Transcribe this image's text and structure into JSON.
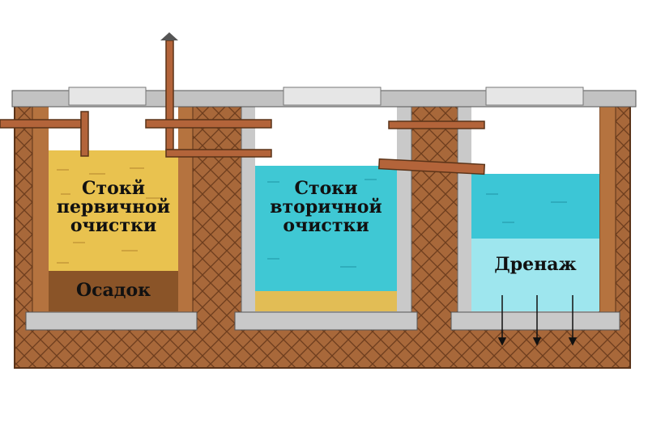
{
  "chamber1": {
    "lines": [
      "Стокй",
      "первичной",
      "очистки"
    ],
    "sediment": "Осадок"
  },
  "chamber2": {
    "lines": [
      "Стоки",
      "вторичной",
      "очистки"
    ]
  },
  "chamber3": {
    "label": "Дренаж"
  },
  "colors": {
    "soil": "#a8683a",
    "concrete": "#c9c9c9",
    "pipe": "#b3643a",
    "effluent1": "#e9c24f",
    "sediment": "#8a5428",
    "water": "#3fc8d4",
    "drain": "#9ee6ee"
  }
}
